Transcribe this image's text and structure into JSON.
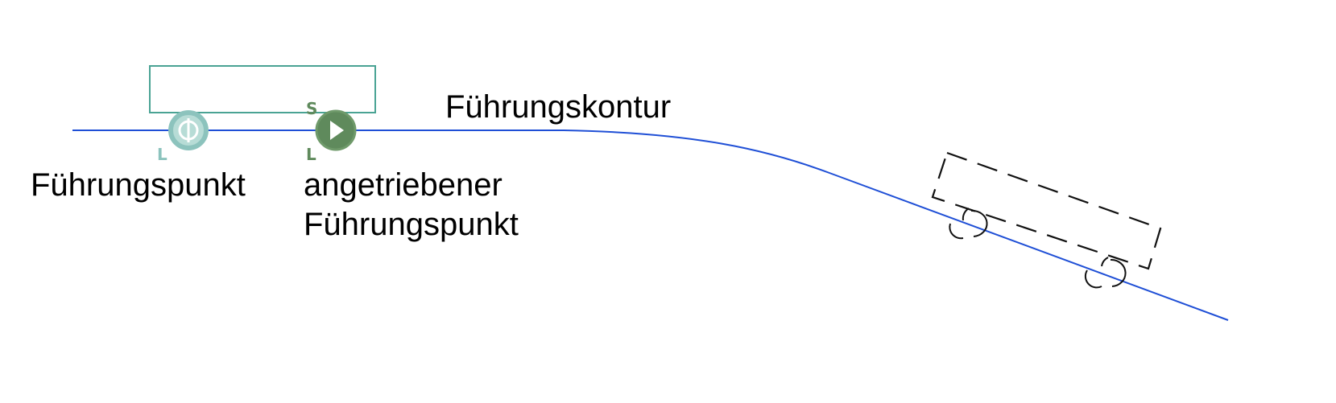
{
  "labels": {
    "guide_contour": "Führungskontur",
    "guide_point": "Führungspunkt",
    "driven_guide_point_line1": "angetriebener",
    "driven_guide_point_line2": "Führungspunkt"
  },
  "markers": {
    "guide_point_marker": "L",
    "driven_point_marker_top": "S",
    "driven_point_marker_bottom": "L"
  },
  "icons": {
    "guide_point": "crosshair-circle-icon",
    "driven_guide_point": "play-circle-icon"
  },
  "colors": {
    "contour_line": "#1f4fd6",
    "vehicle_body": "#4aa394",
    "guide_point_icon": "#8cc3bd",
    "driven_point_icon": "#5f8a5c",
    "ghost_vehicle": "#111111",
    "text": "#000000"
  }
}
